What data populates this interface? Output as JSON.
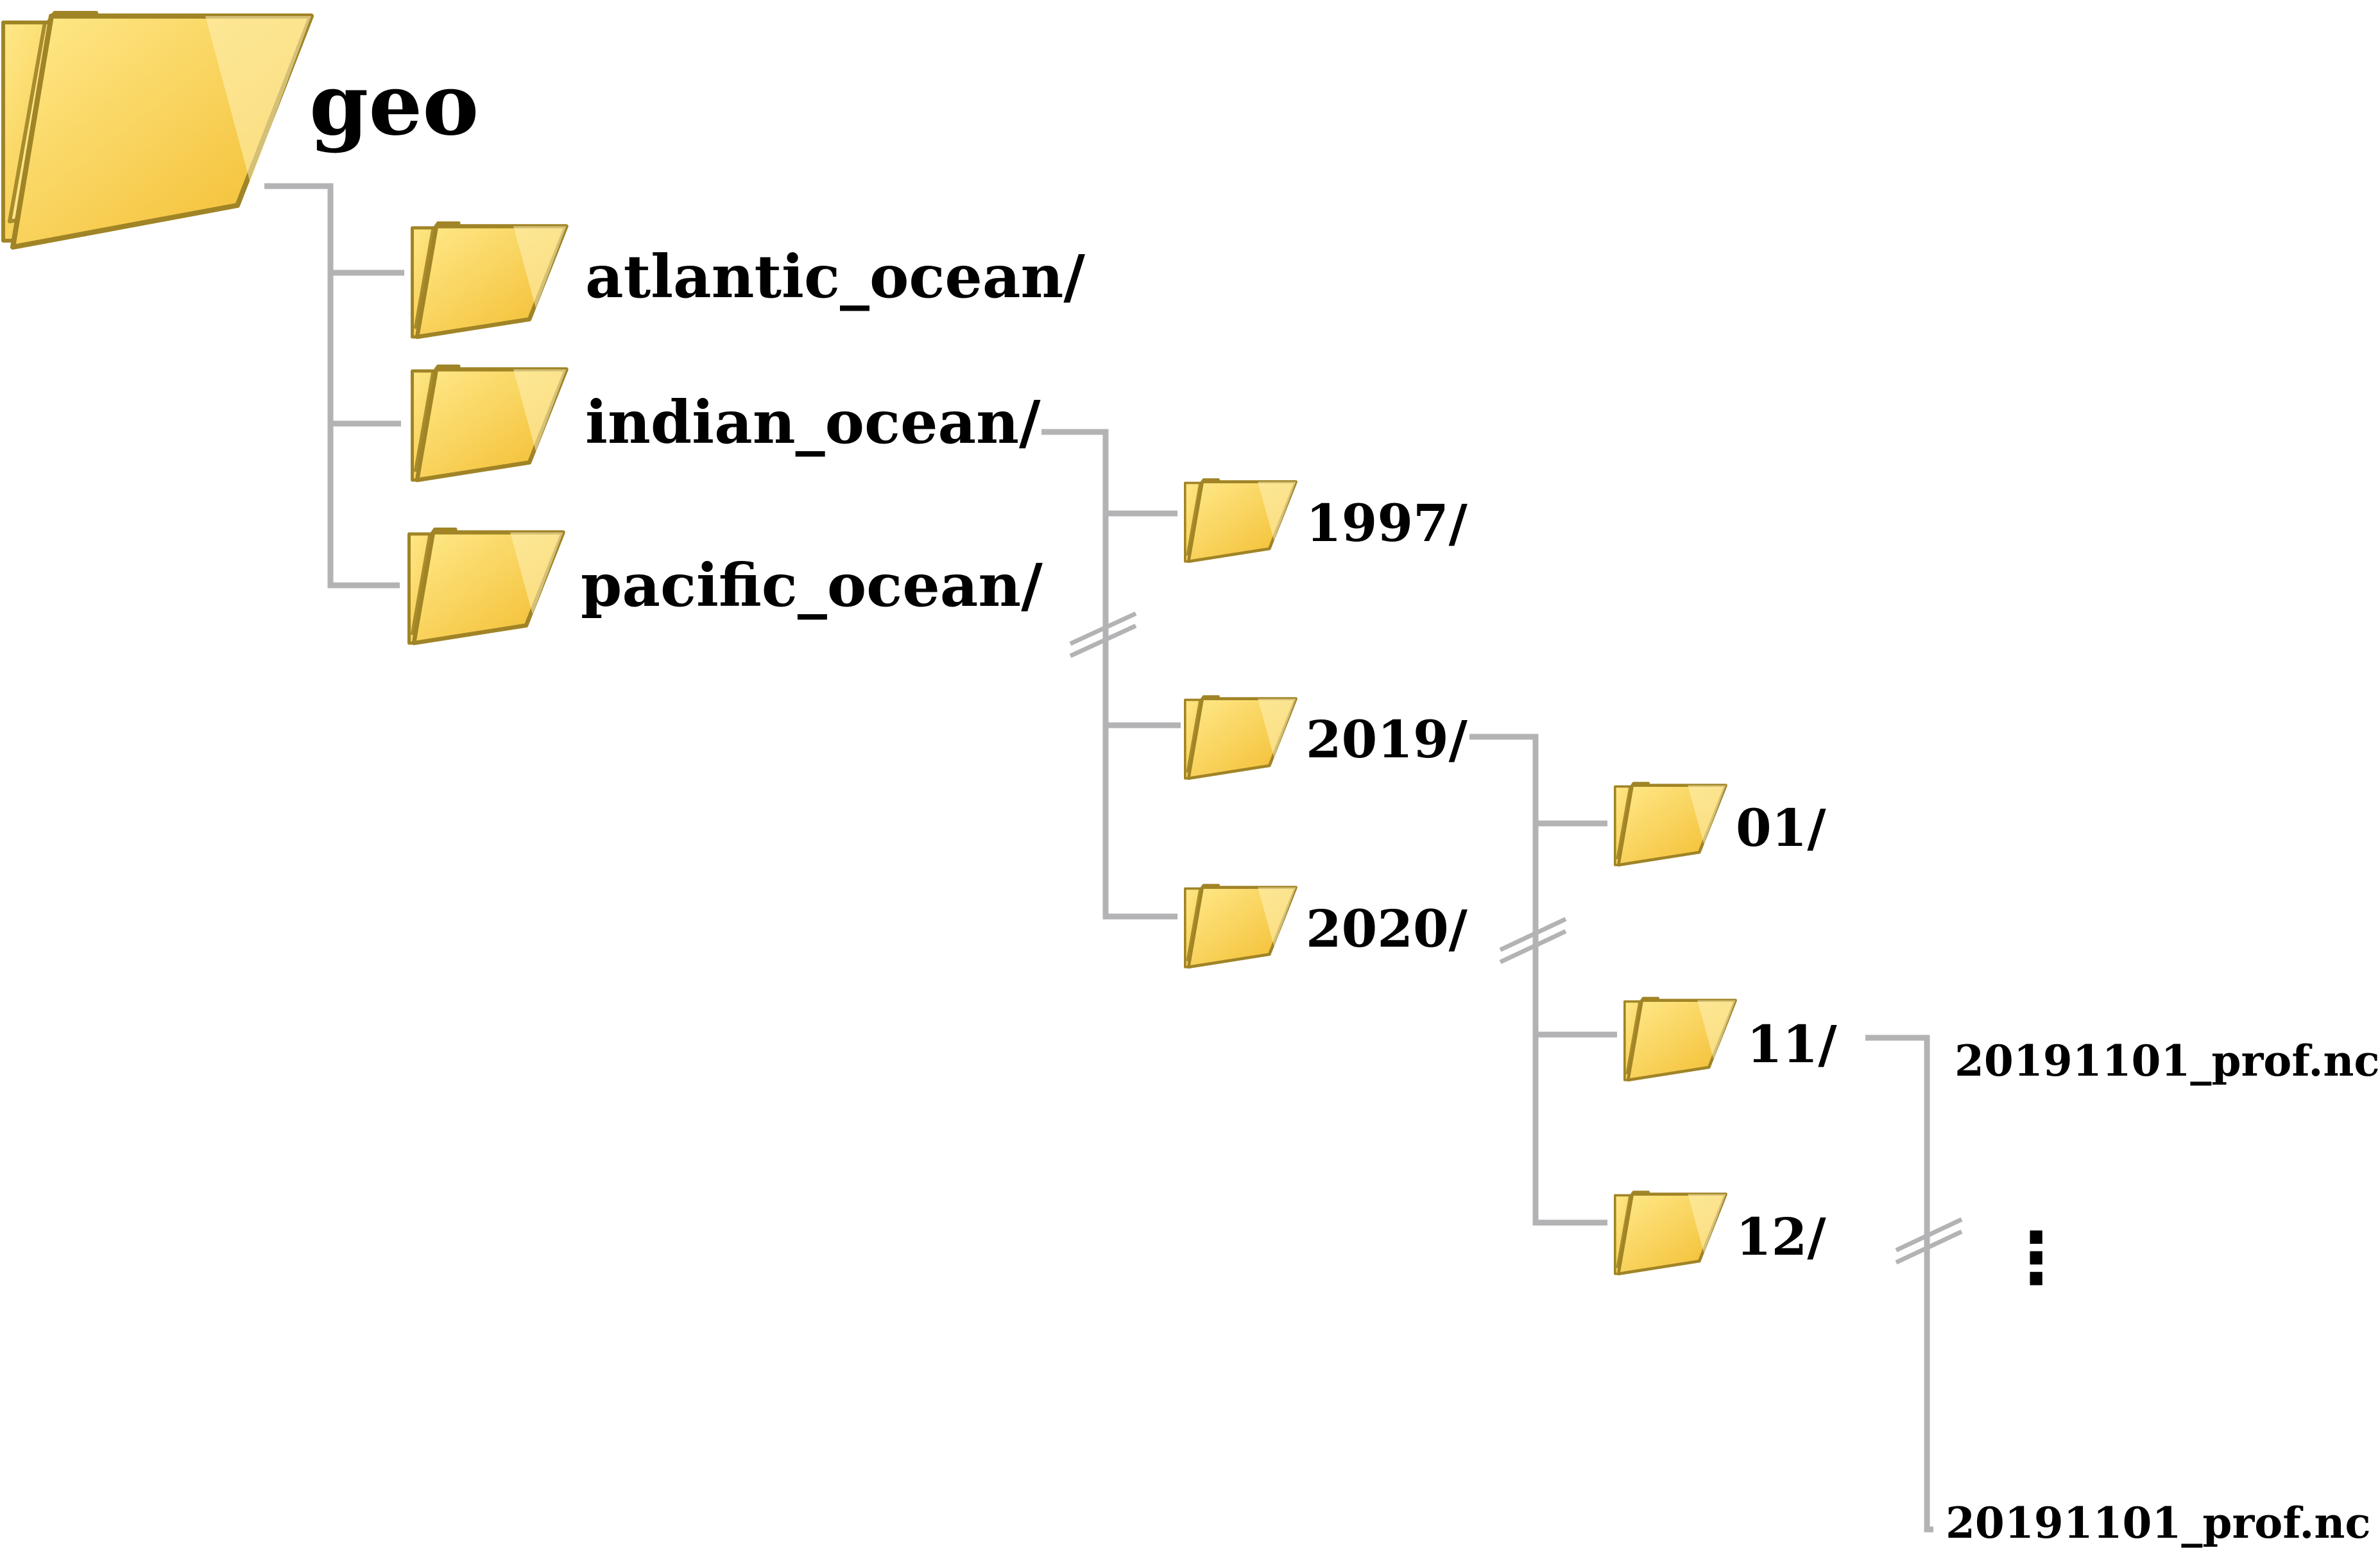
{
  "colors": {
    "connector": "#b3b3b5",
    "folder_fill_light": "#ffe98a",
    "folder_fill_dark": "#f2bb2c",
    "folder_outline": "#a08426",
    "text": "#000000"
  },
  "icon_names": {
    "folder": "folder-icon",
    "ellipsis": "vertical-ellipsis-icon"
  },
  "tree": {
    "root": {
      "label": "geo"
    },
    "oceans": [
      {
        "label": "atlantic_ocean/"
      },
      {
        "label": "indian_ocean/"
      },
      {
        "label": "pacific_ocean/"
      }
    ],
    "years": [
      {
        "label": "1997/"
      },
      {
        "label": "2019/"
      },
      {
        "label": "2020/"
      }
    ],
    "months": [
      {
        "label": "01/"
      },
      {
        "label": "11/"
      },
      {
        "label": "12/"
      }
    ],
    "files": [
      {
        "label": "20191101_prof.nc"
      },
      {
        "label": "20191101_prof.nc"
      }
    ],
    "ellipsis": "⋮"
  }
}
